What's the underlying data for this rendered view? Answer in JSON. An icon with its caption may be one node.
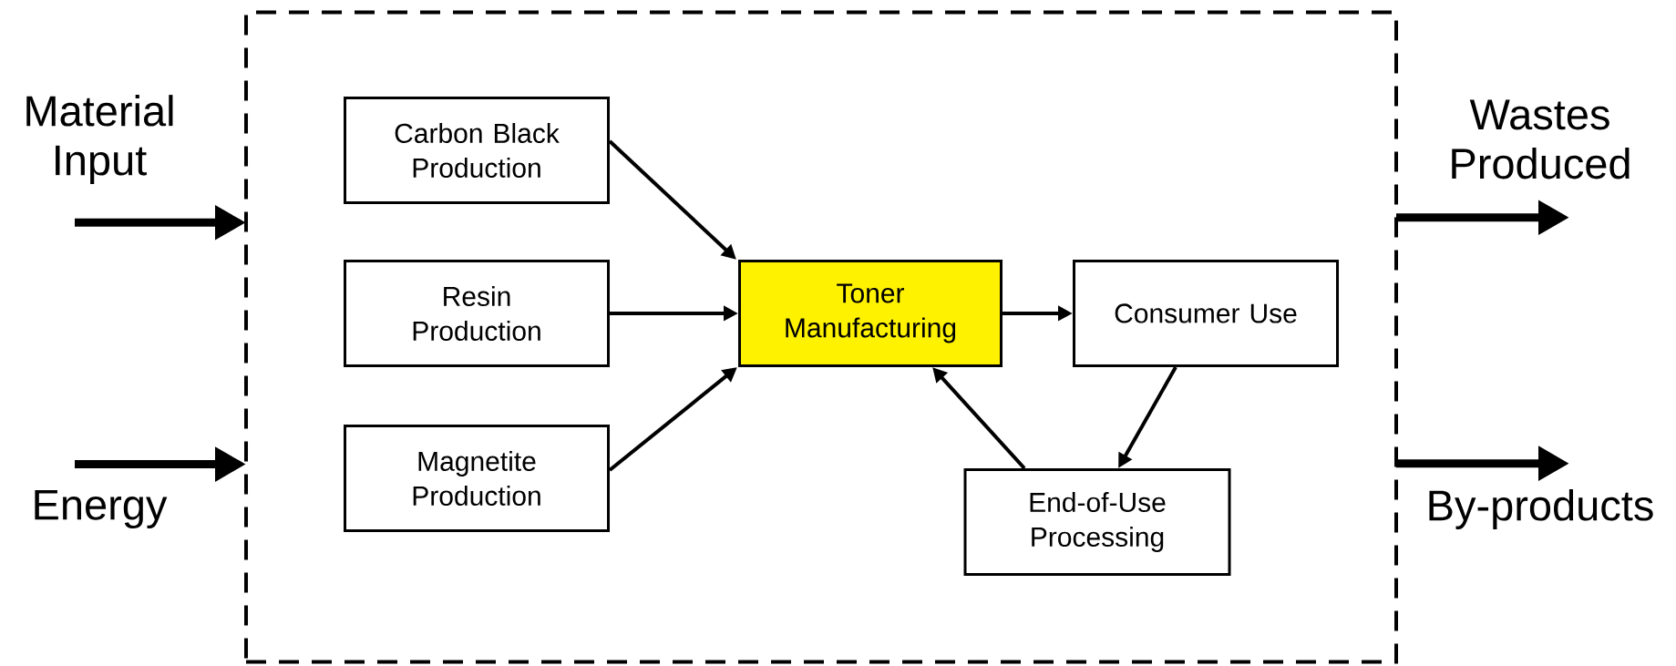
{
  "diagram": {
    "nodes": [
      {
        "text": [
          "Material Input"
        ]
      },
      {
        "text": [
          "Energy"
        ]
      },
      {
        "text": [],
        "shape": "box"
      },
      {
        "text": [
          "Carbon Black Production"
        ],
        "in": 2
      },
      {
        "text": [
          "Resin Production"
        ],
        "in": 2
      },
      {
        "text": [
          "Magnetite Production"
        ],
        "in": 2
      },
      {
        "text": [
          "Toner Manufacturing"
        ],
        "in": 2
      },
      {
        "text": [
          "Consumer Use"
        ],
        "in": 2
      },
      {
        "text": [
          "End-of-Use Processing"
        ],
        "in": 2
      },
      {
        "text": [
          "Wastes Produced"
        ]
      },
      {
        "text": [
          "By-products"
        ]
      }
    ],
    "edges": [
      {
        "from": 0,
        "to": 2,
        "arrow": "to",
        "style": "thick"
      },
      {
        "from": 1,
        "to": 2,
        "arrow": "to",
        "style": "thick"
      },
      {
        "from": 3,
        "to": 6,
        "arrow": "to"
      },
      {
        "from": 4,
        "to": 6,
        "arrow": "to"
      },
      {
        "from": 5,
        "to": 6,
        "arrow": "to"
      },
      {
        "from": 6,
        "to": 7,
        "arrow": "to"
      },
      {
        "from": 7,
        "to": 8,
        "arrow": "to"
      },
      {
        "from": 8,
        "to": 6,
        "arrow": "to"
      },
      {
        "from": 2,
        "to": 9,
        "arrow": "to",
        "style": "thick"
      },
      {
        "from": 2,
        "to": 10,
        "arrow": "to",
        "style": "thick"
      }
    ]
  }
}
